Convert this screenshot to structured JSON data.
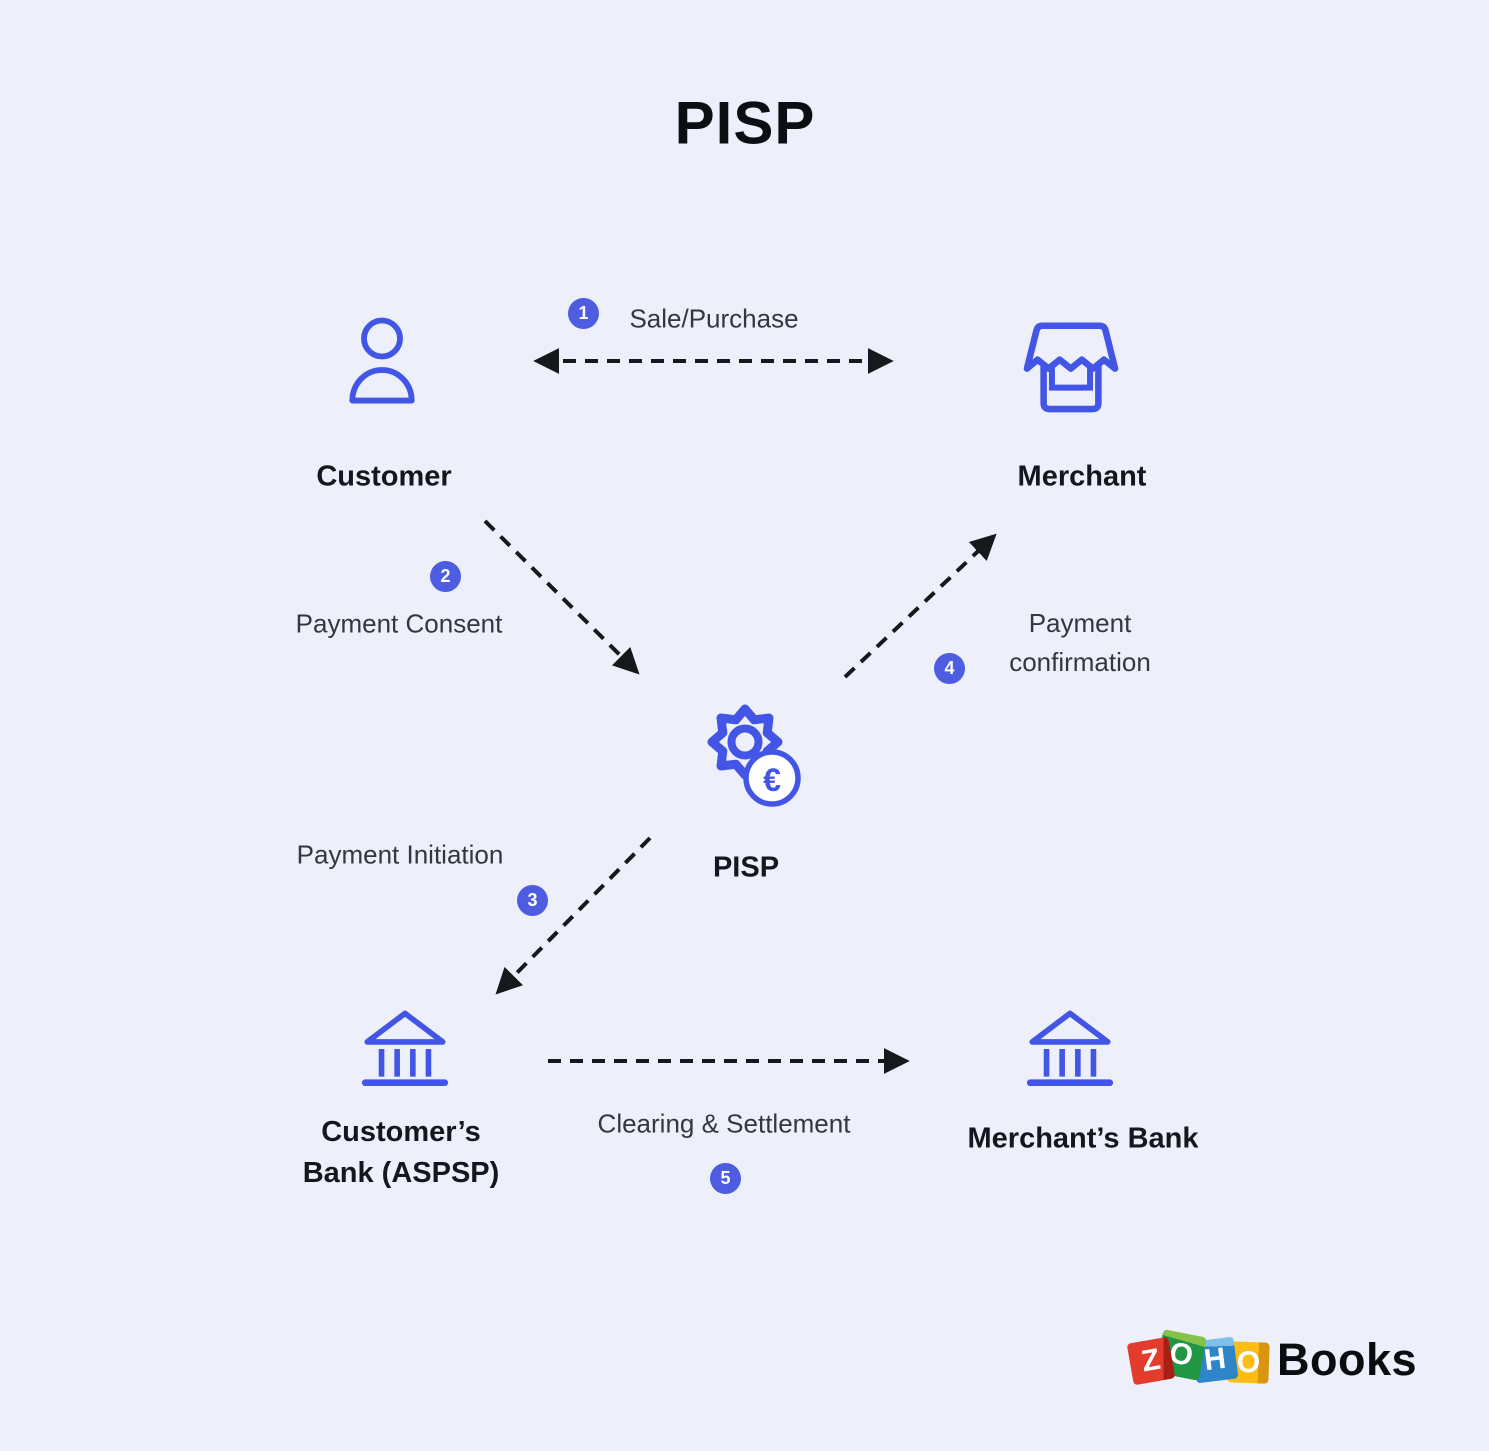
{
  "title": "PISP",
  "colors": {
    "background": "#edeffa",
    "icon_blue": "#4355e4",
    "badge_blue": "#4d5ce1",
    "arrow_black": "#17181c",
    "label_black": "#15171e"
  },
  "nodes": {
    "customer": {
      "label": "Customer",
      "icon": "person-icon"
    },
    "merchant": {
      "label": "Merchant",
      "icon": "storefront-icon"
    },
    "pisp": {
      "label": "PISP",
      "icon": "gear-euro-icon",
      "currency_symbol": "€"
    },
    "customers_bank": {
      "label_line1": "Customer’s",
      "label_line2": "Bank (ASPSP)",
      "icon": "bank-icon"
    },
    "merchants_bank": {
      "label": "Merchant’s Bank",
      "icon": "bank-icon"
    }
  },
  "steps": [
    {
      "number": "1",
      "label": "Sale/Purchase",
      "from": "Customer",
      "to": "Merchant",
      "direction": "bidirectional"
    },
    {
      "number": "2",
      "label": "Payment Consent",
      "from": "Customer",
      "to": "PISP",
      "direction": "one-way"
    },
    {
      "number": "3",
      "label": "Payment Initiation",
      "from": "PISP",
      "to": "Customer's Bank",
      "direction": "one-way"
    },
    {
      "number": "4",
      "label_line1": "Payment",
      "label_line2": "confirmation",
      "from": "PISP",
      "to": "Merchant",
      "direction": "one-way"
    },
    {
      "number": "5",
      "label": "Clearing & Settlement",
      "from": "Customer's Bank",
      "to": "Merchant's Bank",
      "direction": "one-way"
    }
  ],
  "logo": {
    "blocks": [
      {
        "letter": "Z",
        "color": "#e33b2c"
      },
      {
        "letter": "O",
        "color": "#219745"
      },
      {
        "letter": "H",
        "color": "#2e85c8"
      },
      {
        "letter": "O",
        "color": "#fdbd16"
      }
    ],
    "product": "Books"
  }
}
